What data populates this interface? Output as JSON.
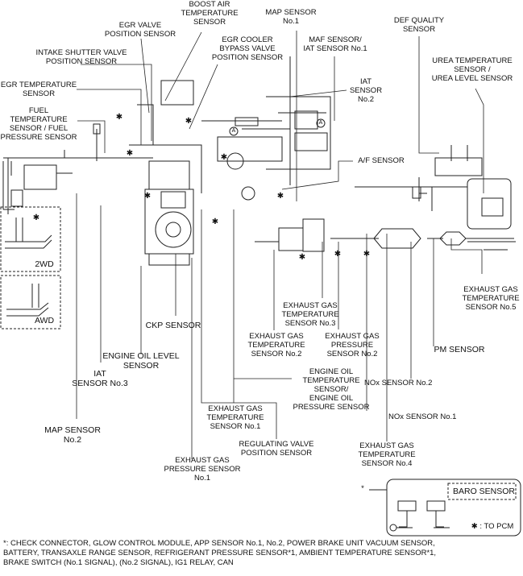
{
  "labels": {
    "boost_air_temp": "BOOST AIR\nTEMPERATURE\nSENSOR",
    "map_sensor_1": "MAP SENSOR\nNo.1",
    "def_quality": "DEF QUALITY\nSENSOR",
    "egr_valve_pos": "EGR VALVE\nPOSITION SENSOR",
    "egr_cooler_bypass": "EGR COOLER\nBYPASS VALVE\nPOSITION SENSOR",
    "maf_iat_1": "MAF SENSOR/\nIAT SENSOR No.1",
    "intake_shutter": "INTAKE SHUTTER VALVE\nPOSITION SENSOR",
    "urea_temp_level": "UREA TEMPERATURE\nSENSOR /\nUREA LEVEL SENSOR",
    "egr_temp": "EGR TEMPERATURE\nSENSOR",
    "iat_2": "IAT SENSOR\nNo.2",
    "fuel_temp_pressure": "FUEL TEMPERATURE\nSENSOR / FUEL\nPRESSURE SENSOR",
    "af_sensor": "A/F SENSOR",
    "two_wd": "2WD",
    "awd": "AWD",
    "exhaust_gas_temp_5": "EXHAUST GAS\nTEMPERATURE\nSENSOR No.5",
    "exhaust_gas_temp_3": "EXHAUST GAS\nTEMPERATURE\nSENSOR No.3",
    "ckp": "CKP SENSOR",
    "exhaust_gas_temp_2": "EXHAUST GAS\nTEMPERATURE\nSENSOR No.2",
    "exhaust_gas_pressure_2": "EXHAUST GAS\nPRESSURE\nSENSOR No.2",
    "pm_sensor": "PM SENSOR",
    "engine_oil_level": "ENGINE OIL LEVEL\nSENSOR",
    "nox_2": "NOx SENSOR No.2",
    "iat_3": "IAT\nSENSOR No.3",
    "engine_oil_temp_pressure": "ENGINE OIL\nTEMPERATURE SENSOR/\nENGINE OIL\nPRESSURE SENSOR",
    "exhaust_gas_temp_1": "EXHAUST GAS\nTEMPERATURE\nSENSOR No.1",
    "nox_1": "NOx SENSOR No.1",
    "map_sensor_2": "MAP SENSOR\nNo.2",
    "regulating_valve": "REGULATING VALVE\nPOSITION SENSOR",
    "exhaust_gas_temp_4": "EXHAUST GAS\nTEMPERATURE\nSENSOR No.4",
    "exhaust_gas_pressure_1": "EXHAUST GAS\nPRESSURE SENSOR\nNo.1"
  },
  "markers": {
    "circle_a": "A",
    "asterisk": "✱"
  },
  "legend": {
    "star": "*",
    "baro_sensor": "BARO SENSOR",
    "to_pcm": "✱ : TO PCM"
  },
  "footnote": {
    "line1": "*: CHECK CONNECTOR, GLOW CONTROL MODULE, APP SENSOR No.1, No.2, POWER BRAKE UNIT VACUUM SENSOR,",
    "line2": "BATTERY, TRANSAXLE RANGE SENSOR, REFRIGERANT PRESSURE SENSOR*1, AMBIENT TEMPERATURE SENSOR*1,",
    "line3": "BRAKE SWITCH (No.1 SIGNAL), (No.2 SIGNAL), IG1 RELAY, CAN"
  }
}
